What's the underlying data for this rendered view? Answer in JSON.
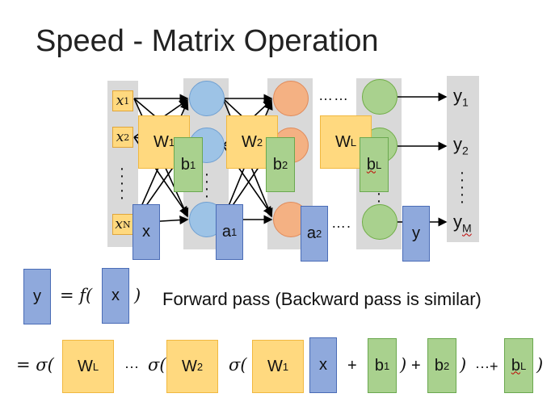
{
  "title": "Speed - Matrix Operation",
  "network": {
    "inputs": [
      "x1",
      "x2",
      "xN"
    ],
    "outputs": [
      {
        "base": "y",
        "sub": "1"
      },
      {
        "base": "y",
        "sub": "2"
      },
      {
        "base": "y",
        "sub": "M"
      }
    ],
    "ellipsis": "……",
    "ellipsis_short": "….",
    "weights": [
      {
        "base": "W",
        "sup": "1"
      },
      {
        "base": "W",
        "sup": "2"
      },
      {
        "base": "W",
        "sup": "L"
      }
    ],
    "biases": [
      {
        "base": "b",
        "sup": "1"
      },
      {
        "base": "b",
        "sup": "2"
      },
      {
        "base": "b",
        "sup": "L"
      }
    ],
    "vectors": [
      {
        "base": "x",
        "sup": ""
      },
      {
        "base": "a",
        "sup": "1"
      },
      {
        "base": "a",
        "sup": "2"
      },
      {
        "base": "y",
        "sup": ""
      }
    ]
  },
  "equation1": {
    "lhs": "y",
    "eq": "= f(",
    "arg": "x",
    "close": ")",
    "caption": "Forward pass  (Backward pass is similar)"
  },
  "equation2": {
    "prefix": "= σ(",
    "sigma": "σ(",
    "dots": "···",
    "plus": "+",
    "close": ")",
    "dots_plus": "···+"
  },
  "colors": {
    "neuron_layer1": "#9dc3e6",
    "neuron_layer2": "#f4b183",
    "neuron_layerL": "#a9d18e",
    "weight_box": "#ffd97f",
    "bias_box": "#a9d18e",
    "vector_box": "#8fa9dc",
    "column_bg": "#d9d9d9"
  }
}
